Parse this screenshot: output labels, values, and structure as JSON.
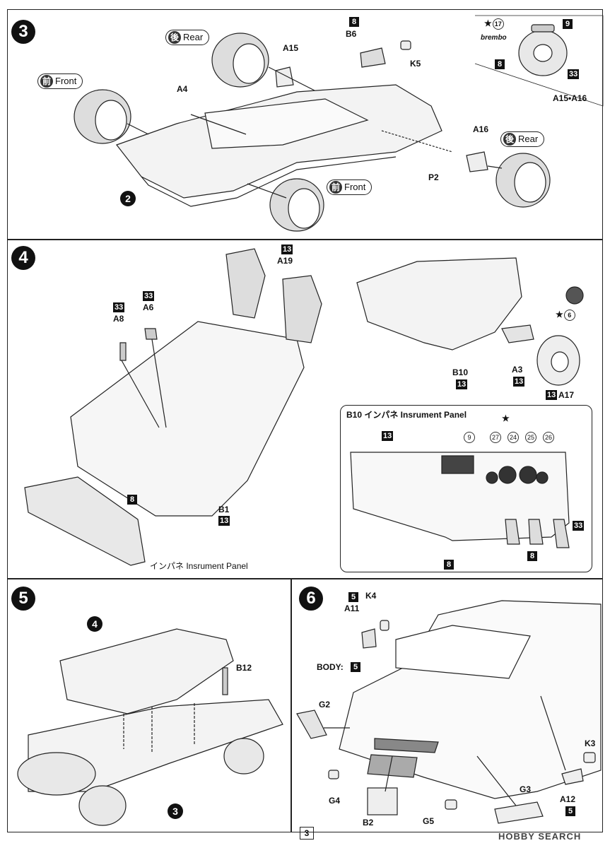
{
  "page_number": "3",
  "watermark": "HOBBY SEARCH",
  "step3": {
    "number": "3",
    "labels": {
      "a15": "A15",
      "a4": "A4",
      "b6": "B6",
      "k5": "K5",
      "a16": "A16",
      "p2": "P2",
      "ref2": "2",
      "a15a16": "A15•A16",
      "brembo": "brembo"
    },
    "codes": {
      "b6": "8",
      "inset_top": "9",
      "inset_left": "8",
      "inset_right": "33"
    },
    "inset_paint": "17",
    "rear_top": {
      "kanji": "後",
      "text": "Rear"
    },
    "front_left": {
      "kanji": "前",
      "text": "Front"
    },
    "rear_right": {
      "kanji": "後",
      "text": "Rear"
    },
    "front_bottom": {
      "kanji": "前",
      "text": "Front"
    }
  },
  "step4": {
    "number": "4",
    "labels": {
      "a19": "A19",
      "a6": "A6",
      "a8": "A8",
      "b1": "B1",
      "b10": "B10",
      "a3": "A3",
      "a17": "A17",
      "panel": "インパネ Insrument Panel"
    },
    "codes": {
      "a19": "13",
      "a6": "33",
      "a8": "33",
      "b1": "13",
      "floor": "8",
      "b10": "13",
      "a3": "13",
      "a17": "13"
    },
    "paint6": "6",
    "inset": {
      "title": "B10 インパネ Insrument Panel",
      "paints": [
        "9",
        "27",
        "24",
        "25",
        "26"
      ],
      "codes": {
        "panel": "13",
        "bottom": "8",
        "pedals": "8",
        "pedal_right": "33"
      }
    }
  },
  "step5": {
    "number": "5",
    "labels": {
      "ref4": "4",
      "b12": "B12",
      "ref3": "3"
    }
  },
  "step6": {
    "number": "6",
    "labels": {
      "k4": "K4",
      "a11": "A11",
      "body": "BODY:",
      "g2": "G2",
      "g4": "G4",
      "b2": "B2",
      "g5": "G5",
      "g3": "G3",
      "k3": "K3",
      "a12": "A12"
    },
    "codes": {
      "a11": "5",
      "body": "5",
      "a12": "5"
    }
  }
}
